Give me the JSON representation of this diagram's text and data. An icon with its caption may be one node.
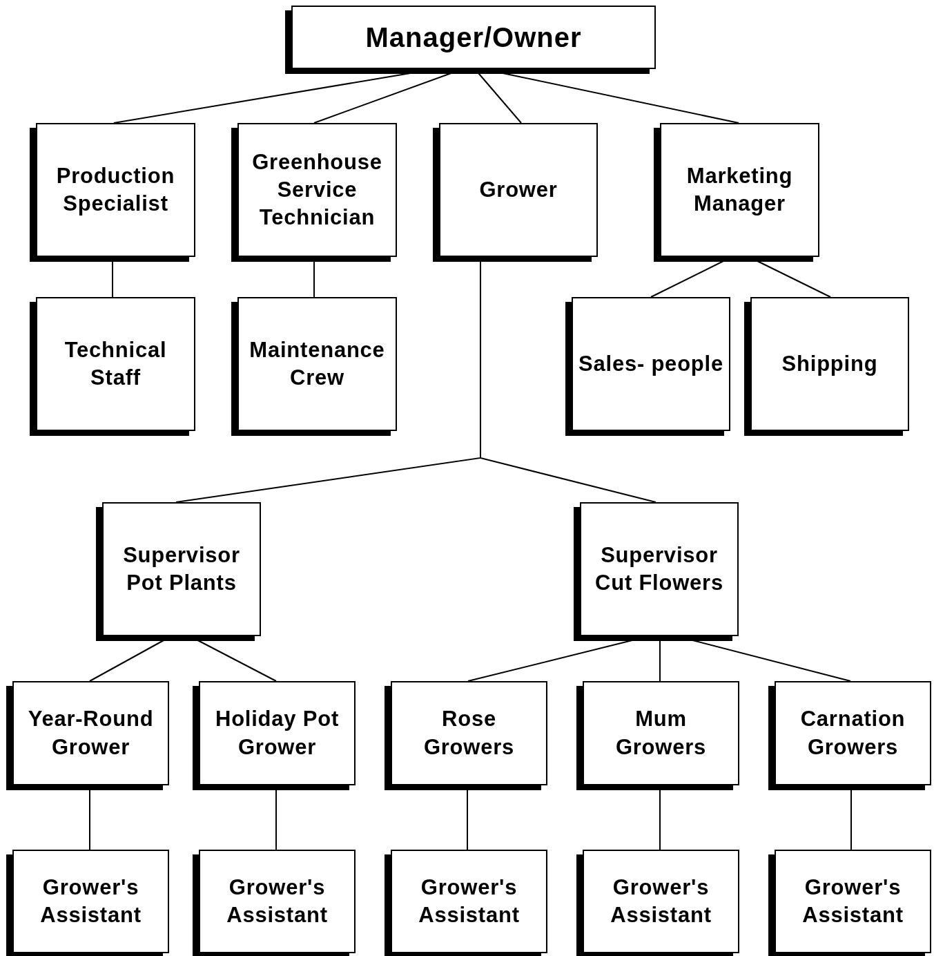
{
  "diagram": {
    "nodes": [
      {
        "text": [
          "Manager/Owner"
        ]
      },
      {
        "text": [
          "Production Specialist"
        ]
      },
      {
        "text": [
          "Greenhouse Service Technician"
        ]
      },
      {
        "text": [
          "Grower"
        ]
      },
      {
        "text": [
          "Marketing Manager"
        ]
      },
      {
        "text": [
          "Technical Staff"
        ]
      },
      {
        "text": [
          "Maintenance Crew"
        ]
      },
      {
        "text": [
          "Sales- people"
        ]
      },
      {
        "text": [
          "Shipping"
        ]
      },
      {
        "text": [
          "Supervisor Pot Plants"
        ]
      },
      {
        "text": [
          "Supervisor Cut Flowers"
        ]
      },
      {
        "text": [
          "Year-Round Grower"
        ]
      },
      {
        "text": [
          "Holiday Pot Grower"
        ]
      },
      {
        "text": [
          "Rose Growers"
        ]
      },
      {
        "text": [
          "Mum Growers"
        ]
      },
      {
        "text": [
          "Carnation Growers"
        ]
      },
      {
        "text": [
          "Grower's Assistant"
        ]
      },
      {
        "text": [
          "Grower's Assistant"
        ]
      },
      {
        "text": [
          "Grower's Assistant"
        ]
      },
      {
        "text": [
          "Grower's Assistant"
        ]
      },
      {
        "text": [
          "Grower's Assistant"
        ]
      }
    ],
    "edges": [
      {
        "from": 0,
        "to": 1,
        "arrow": "none"
      },
      {
        "from": 0,
        "to": 2,
        "arrow": "none"
      },
      {
        "from": 0,
        "to": 3,
        "arrow": "none"
      },
      {
        "from": 0,
        "to": 4,
        "arrow": "none"
      },
      {
        "from": 1,
        "to": 5,
        "arrow": "none"
      },
      {
        "from": 2,
        "to": 6,
        "arrow": "none"
      },
      {
        "from": 3,
        "to": 9,
        "arrow": "none"
      },
      {
        "from": 3,
        "to": 10,
        "arrow": "none"
      },
      {
        "from": 4,
        "to": 7,
        "arrow": "none"
      },
      {
        "from": 4,
        "to": 8,
        "arrow": "none"
      },
      {
        "from": 9,
        "to": 11,
        "arrow": "none"
      },
      {
        "from": 9,
        "to": 12,
        "arrow": "none"
      },
      {
        "from": 10,
        "to": 13,
        "arrow": "none"
      },
      {
        "from": 10,
        "to": 14,
        "arrow": "none"
      },
      {
        "from": 10,
        "to": 15,
        "arrow": "none"
      },
      {
        "from": 11,
        "to": 16,
        "arrow": "none"
      },
      {
        "from": 12,
        "to": 17,
        "arrow": "none"
      },
      {
        "from": 13,
        "to": 18,
        "arrow": "none"
      },
      {
        "from": 14,
        "to": 19,
        "arrow": "none"
      },
      {
        "from": 15,
        "to": 20,
        "arrow": "none"
      }
    ]
  }
}
